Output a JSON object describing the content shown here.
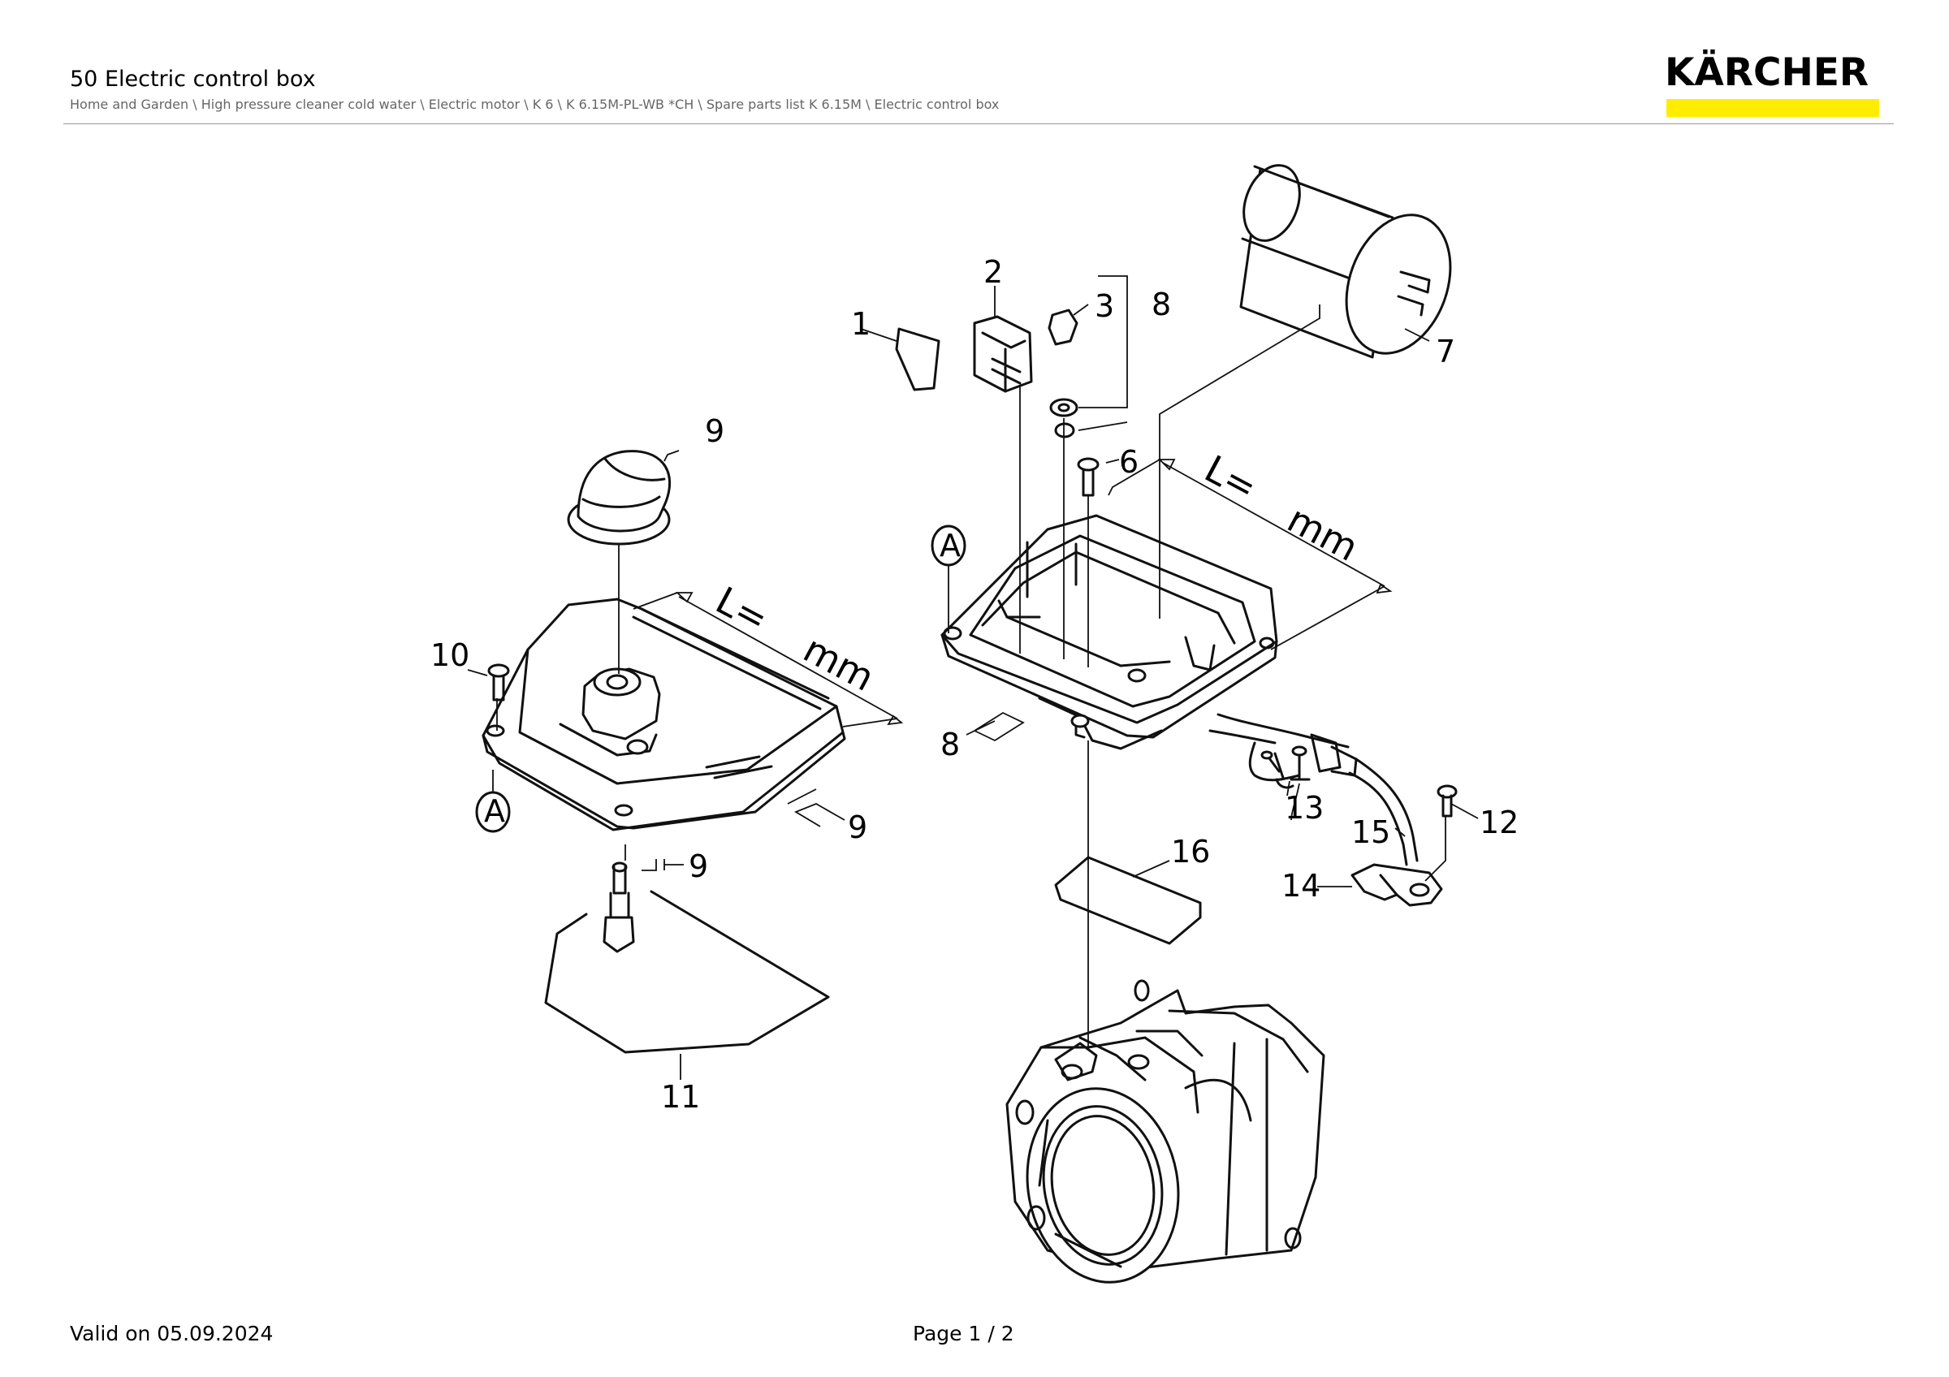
{
  "header": {
    "title": "50 Electric control box",
    "breadcrumb": "Home and Garden \\ High pressure cleaner cold water \\ Electric motor \\ K 6 \\ K 6.15M-PL-WB *CH \\ Spare parts list K 6.15M \\ Electric control box",
    "logo_text": "KÄRCHER",
    "logo_bar_color": "#ffed00"
  },
  "drawing": {
    "callouts": [
      "1",
      "2",
      "3",
      "8",
      "7",
      "9",
      "6",
      "L=",
      "mm",
      "A",
      "10",
      "L=",
      "mm",
      "8",
      "13",
      "15",
      "12",
      "16",
      "14",
      "9",
      "A",
      "9",
      "11"
    ]
  },
  "footer": {
    "valid": "Valid on 05.09.2024",
    "page": "Page 1 / 2"
  }
}
